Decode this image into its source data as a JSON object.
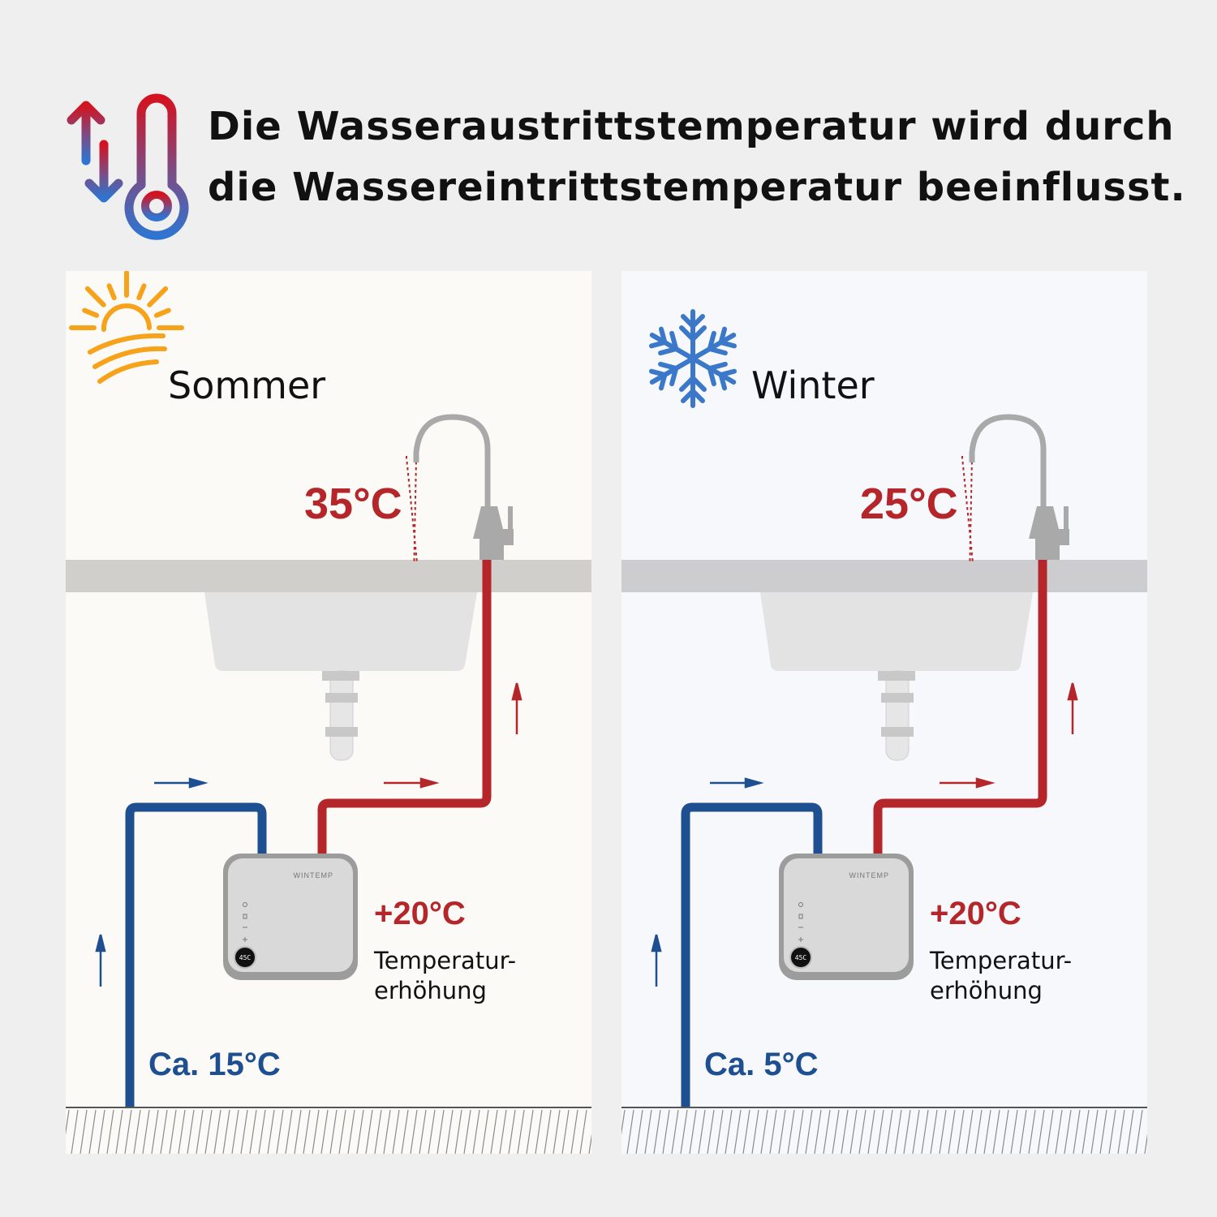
{
  "headline": {
    "line1": "Die Wasseraustrittstemperatur wird durch",
    "line2": "die Wassereintrittstemperatur beeinflusst."
  },
  "colors": {
    "hot": "#b5262b",
    "cold": "#1d4f91",
    "sun": "#f7a21b",
    "snow": "#3b78c9"
  },
  "panels": [
    {
      "season": "Sommer",
      "icon": "sun-icon",
      "outlet_temp": "35°C",
      "rise": "+20°C",
      "rise_label_1": "Temperatur-",
      "rise_label_2": "erhöhung",
      "inlet_temp": "Ca. 15°C",
      "display": "45C",
      "brand": "WINTEMP",
      "bg": "#fbfaf6",
      "counter": "#d0cfcb"
    },
    {
      "season": "Winter",
      "icon": "snowflake-icon",
      "outlet_temp": "25°C",
      "rise": "+20°C",
      "rise_label_1": "Temperatur-",
      "rise_label_2": "erhöhung",
      "inlet_temp": "Ca. 5°C",
      "display": "45C",
      "brand": "WINTEMP",
      "bg": "#f6f8fb",
      "counter": "#cdcdcf"
    }
  ]
}
